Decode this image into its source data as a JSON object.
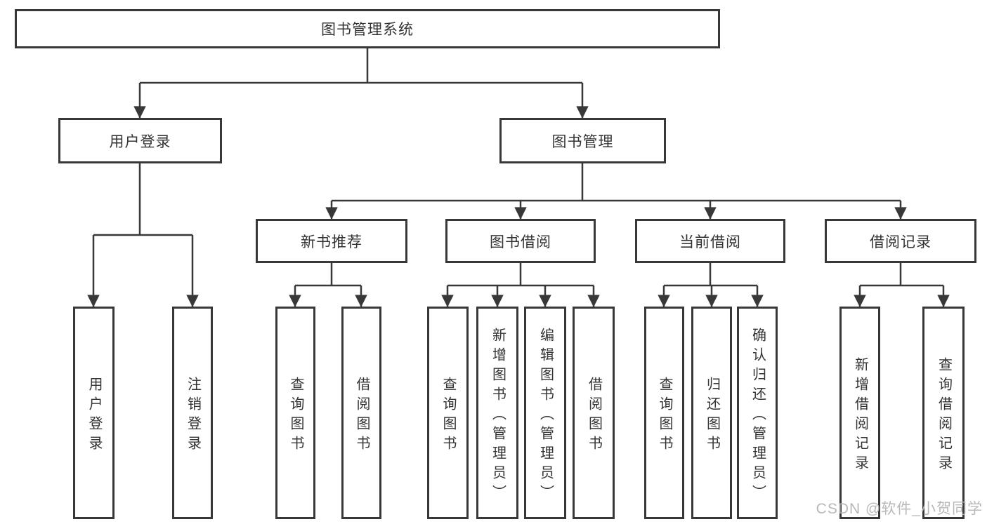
{
  "diagram": {
    "type": "hierarchy-tree",
    "title": "图书管理系统",
    "nodes": {
      "root": {
        "label": "图书管理系统"
      },
      "user_login": {
        "label": "用户登录"
      },
      "book_management": {
        "label": "图书管理"
      },
      "new_book_recommendation": {
        "label": "新书推荐"
      },
      "book_borrowing": {
        "label": "图书借阅"
      },
      "current_borrowing": {
        "label": "当前借阅"
      },
      "borrowing_records": {
        "label": "借阅记录"
      }
    },
    "leaves": [
      {
        "label": "用户登录",
        "parent": "用户登录"
      },
      {
        "label": "注销登录",
        "parent": "用户登录"
      },
      {
        "label": "查询图书",
        "parent": "新书推荐"
      },
      {
        "label": "借阅图书",
        "parent": "新书推荐"
      },
      {
        "label": "查询图书",
        "parent": "图书借阅"
      },
      {
        "label": "新增图书（管理员）",
        "parent": "图书借阅"
      },
      {
        "label": "编辑图书（管理员）",
        "parent": "图书借阅"
      },
      {
        "label": "借阅图书",
        "parent": "图书借阅"
      },
      {
        "label": "查询图书",
        "parent": "当前借阅"
      },
      {
        "label": "归还图书",
        "parent": "当前借阅"
      },
      {
        "label": "确认归还（管理员）",
        "parent": "当前借阅"
      },
      {
        "label": "新增借阅记录",
        "parent": "借阅记录"
      },
      {
        "label": "查询借阅记录",
        "parent": "借阅记录"
      }
    ],
    "hierarchy": {
      "图书管理系统": [
        "用户登录",
        "图书管理"
      ],
      "用户登录": [
        "用户登录",
        "注销登录"
      ],
      "图书管理": [
        "新书推荐",
        "图书借阅",
        "当前借阅",
        "借阅记录"
      ],
      "新书推荐": [
        "查询图书",
        "借阅图书"
      ],
      "图书借阅": [
        "查询图书",
        "新增图书（管理员）",
        "编辑图书（管理员）",
        "借阅图书"
      ],
      "当前借阅": [
        "查询图书",
        "归还图书",
        "确认归还（管理员）"
      ],
      "借阅记录": [
        "新增借阅记录",
        "查询借阅记录"
      ]
    },
    "watermark": {
      "text": "CSDN @软件_小贺同学"
    },
    "colors": {
      "background": "#ffffff",
      "line": "#383838",
      "border": "#383838",
      "text": "#333333",
      "watermark": "#b5b5b5"
    }
  }
}
